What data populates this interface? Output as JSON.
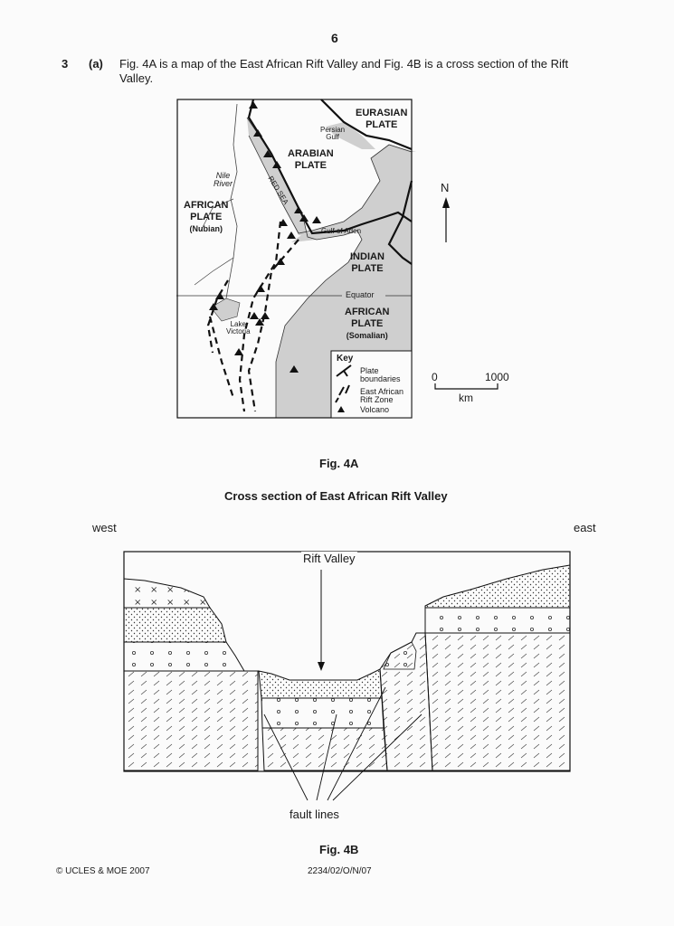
{
  "page_number": "6",
  "question": {
    "number": "3",
    "part": "(a)",
    "text_line1": "Fig. 4A is a map of the East African Rift Valley and Fig. 4B is a cross section of the Rift",
    "text_line2": "Valley."
  },
  "fig4a": {
    "labels": {
      "eurasian_1": "EURASIAN",
      "eurasian_2": "PLATE",
      "persian_1": "Persian",
      "persian_2": "Gulf",
      "arabian_1": "ARABIAN",
      "arabian_2": "PLATE",
      "red_sea": "RED SEA",
      "nile_1": "Nile",
      "nile_2": "River",
      "african_n_1": "AFRICAN",
      "african_n_2": "PLATE",
      "african_n_3": "(Nubian)",
      "gulf_aden": "Gulf of Aden",
      "indian_1": "INDIAN",
      "indian_2": "PLATE",
      "equator": "Equator",
      "african_s_1": "AFRICAN",
      "african_s_2": "PLATE",
      "african_s_3": "(Somalian)",
      "lake_1": "Lake",
      "lake_2": "Victoria"
    },
    "key": {
      "title": "Key",
      "plate_1": "Plate",
      "plate_2": "boundaries",
      "rift_1": "East African",
      "rift_2": "Rift Zone",
      "volcano": "Volcano"
    },
    "north": "N",
    "scale": {
      "zero": "0",
      "max": "1000",
      "unit": "km"
    },
    "caption": "Fig. 4A"
  },
  "fig4b": {
    "title": "Cross section of East African Rift Valley",
    "west": "west",
    "east": "east",
    "rift_valley": "Rift Valley",
    "fault_lines": "fault lines",
    "caption": "Fig. 4B"
  },
  "footer": {
    "copyright": "© UCLES & MOE 2007",
    "code": "2234/02/O/N/07"
  }
}
